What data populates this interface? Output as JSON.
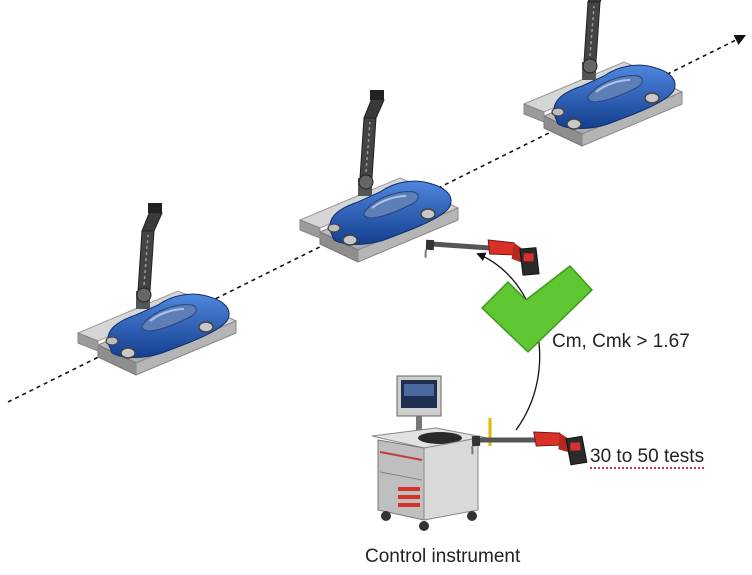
{
  "labels": {
    "capability": "Cm, Cmk > 1.67",
    "tests": "30 to 50 tests",
    "instrument": "Control instrument"
  },
  "colors": {
    "car_body": "#1f56b0",
    "robot_arm": "#3a3a3a",
    "platform": "#c9c9c9",
    "check_mark": "#5ec630",
    "tool_accent": "#d8312a",
    "cart": "#d9d9d9",
    "line": "#111111"
  },
  "icons": [
    "robot-arm-icon",
    "car-icon",
    "torque-tool-icon",
    "check-mark-icon",
    "control-cart-icon"
  ]
}
